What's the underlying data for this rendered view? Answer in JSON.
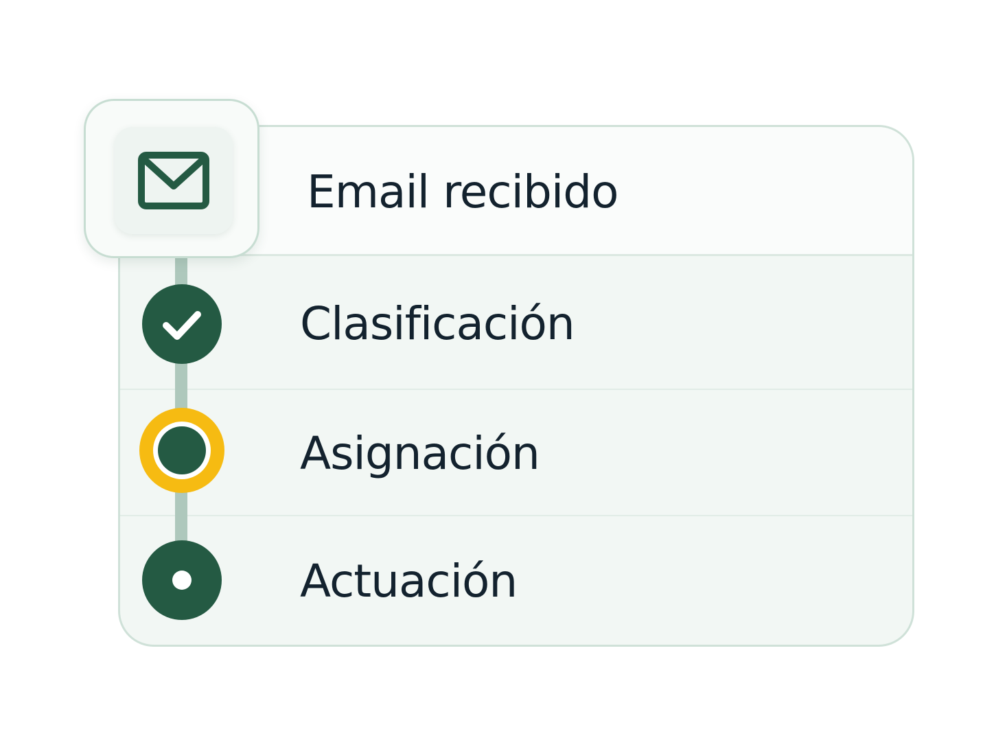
{
  "workflow": {
    "steps": [
      {
        "label": "Email recibido",
        "icon": "envelope-icon",
        "status": "trigger"
      },
      {
        "label": "Clasificación",
        "icon": "checkmark-icon",
        "status": "completed"
      },
      {
        "label": "Asignación",
        "icon": "ring-icon",
        "status": "in-progress"
      },
      {
        "label": "Actuación",
        "icon": "dot-icon",
        "status": "pending"
      }
    ]
  },
  "colors": {
    "primary_green": "#245a43",
    "accent_yellow": "#f6bb12",
    "text": "#13222e",
    "border": "#cfe1d8",
    "timeline": "#aec8bc"
  }
}
